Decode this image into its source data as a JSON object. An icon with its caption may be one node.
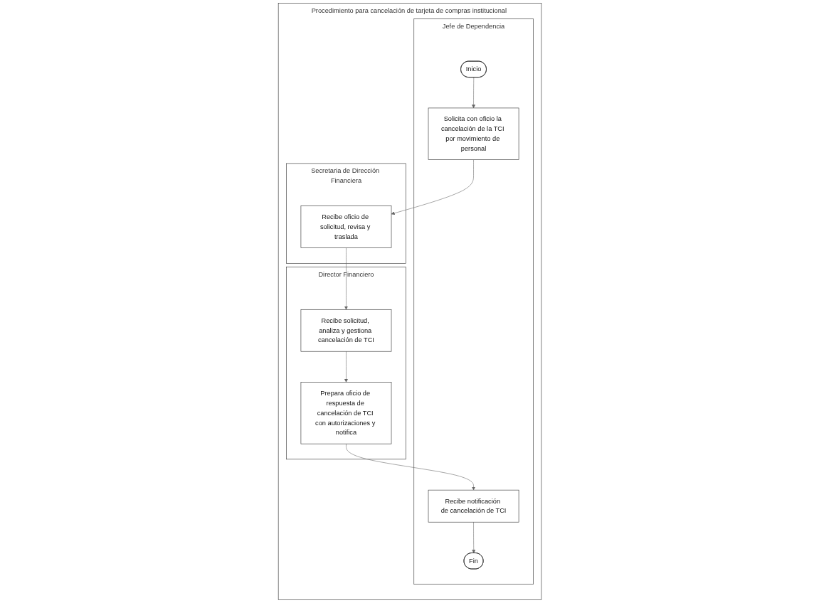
{
  "diagram": {
    "nodes": [
      {
        "text": [
          "Procedimiento para cancelación de tarjeta de compras institucional"
        ]
      },
      {
        "text": [
          "Jefe de Dependencia"
        ],
        "in": 0
      },
      {
        "text": [
          "Secretaria de Dirección Financiera"
        ],
        "in": 0
      },
      {
        "text": [
          "Director Financiero"
        ],
        "in": 0
      },
      {
        "text": [
          "Inicio"
        ],
        "in": 1
      },
      {
        "text": [
          "Solicita con oficio la cancelación de la TCI por movimiento de personal"
        ],
        "in": 1
      },
      {
        "text": [
          "Recibe notificación de cancelación de TCI"
        ],
        "in": 1
      },
      {
        "text": [
          "Fin"
        ],
        "in": 1
      },
      {
        "text": [
          "Recibe oficio de solicitud, revisa y traslada"
        ],
        "in": 2
      },
      {
        "text": [
          "Recibe solicitud, analiza y gestiona cancelación de TCI"
        ],
        "in": 3
      },
      {
        "text": [
          "Prepara oficio de respuesta de cancelación de TCI con autorizaciones y notifica"
        ],
        "in": 3
      }
    ],
    "edges": [
      {
        "from": 4,
        "to": 5,
        "arrow": "to"
      },
      {
        "from": 5,
        "to": 8,
        "arrow": "to"
      },
      {
        "from": 8,
        "to": 9,
        "arrow": "to"
      },
      {
        "from": 9,
        "to": 10,
        "arrow": "to"
      },
      {
        "from": 10,
        "to": 6,
        "arrow": "to"
      },
      {
        "from": 6,
        "to": 7,
        "arrow": "to"
      }
    ]
  }
}
